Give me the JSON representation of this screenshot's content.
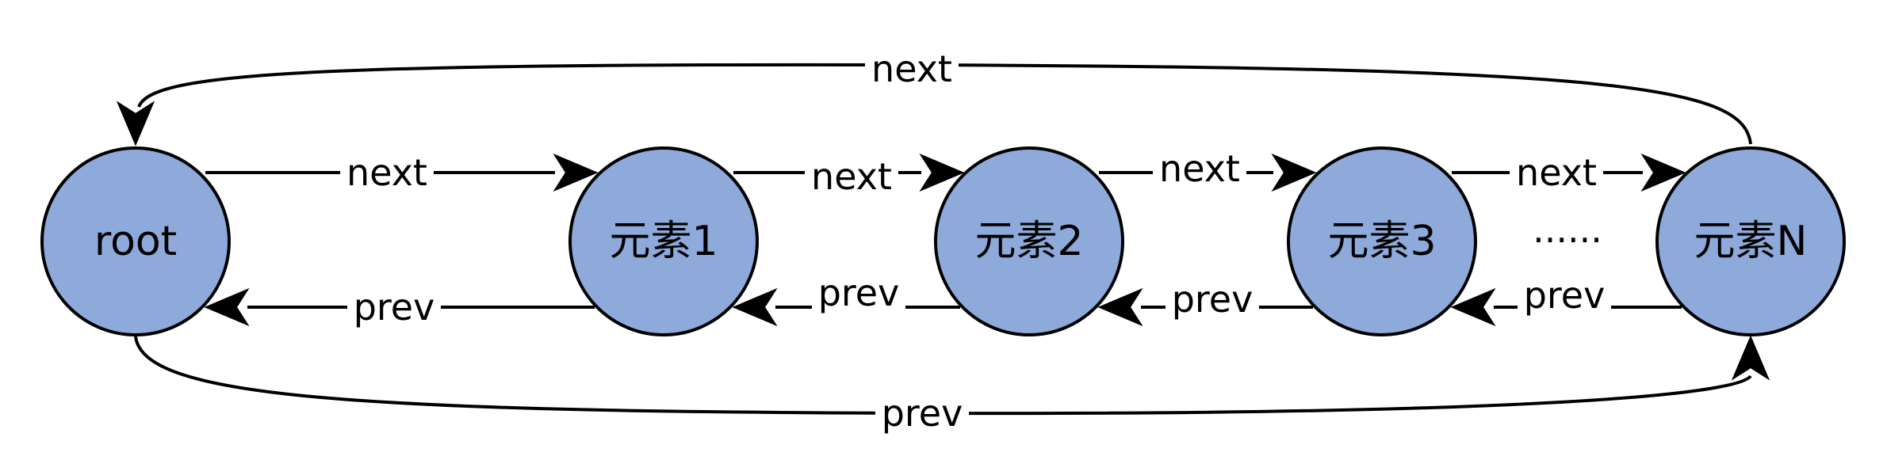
{
  "diagram": {
    "node_fill": "#8eaadb",
    "nodes": [
      {
        "id": "root",
        "label": "root"
      },
      {
        "id": "n1",
        "label": "元素1"
      },
      {
        "id": "n2",
        "label": "元素2"
      },
      {
        "id": "n3",
        "label": "元素3"
      },
      {
        "id": "nN",
        "label": "元素N"
      }
    ],
    "ellipsis": "......",
    "edges": [
      {
        "id": "next-root-n1",
        "from": "root",
        "to": "n1",
        "label": "next"
      },
      {
        "id": "next-n1-n2",
        "from": "n1",
        "to": "n2",
        "label": "next"
      },
      {
        "id": "next-n2-n3",
        "from": "n2",
        "to": "n3",
        "label": "next"
      },
      {
        "id": "next-n3-nN",
        "from": "n3",
        "to": "nN",
        "label": "next"
      },
      {
        "id": "next-nN-root",
        "from": "nN",
        "to": "root",
        "label": "next"
      },
      {
        "id": "prev-n1-root",
        "from": "n1",
        "to": "root",
        "label": "prev"
      },
      {
        "id": "prev-n2-n1",
        "from": "n2",
        "to": "n1",
        "label": "prev"
      },
      {
        "id": "prev-n3-n2",
        "from": "n3",
        "to": "n2",
        "label": "prev"
      },
      {
        "id": "prev-nN-n3",
        "from": "nN",
        "to": "n3",
        "label": "prev"
      },
      {
        "id": "prev-root-nN",
        "from": "root",
        "to": "nN",
        "label": "prev"
      }
    ]
  }
}
